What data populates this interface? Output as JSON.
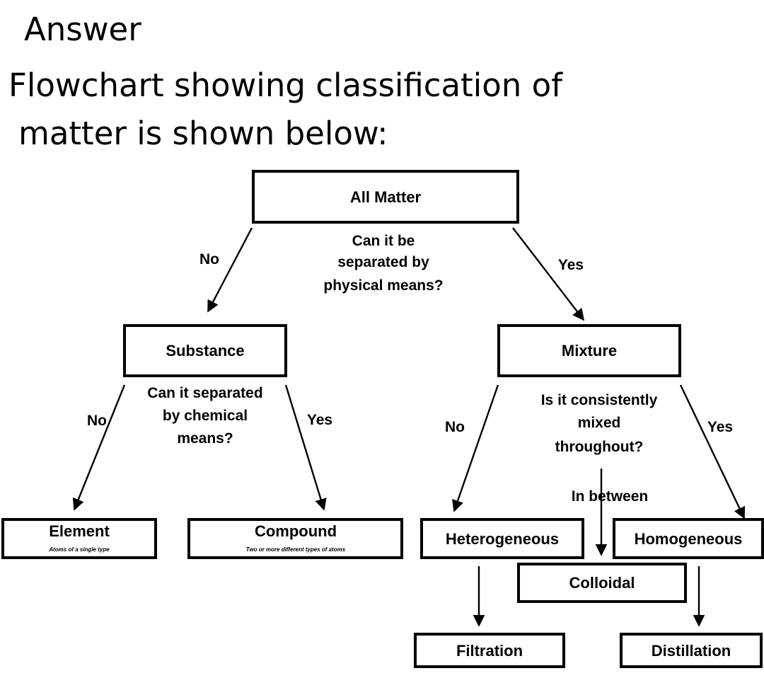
{
  "heading": {
    "answer": "Answer",
    "line1": "Flowchart showing classification of",
    "line2": "matter is shown below:"
  },
  "nodes": {
    "all_matter": "All Matter",
    "substance": "Substance",
    "mixture": "Mixture",
    "element": "Element",
    "element_sub": "Atoms of a single type",
    "compound": "Compound",
    "compound_sub": "Two or more different types of atoms",
    "heterogeneous": "Heterogeneous",
    "homogeneous": "Homogeneous",
    "colloidal": "Colloidal",
    "filtration": "Filtration",
    "distillation": "Distillation"
  },
  "questions": {
    "physical": [
      "Can it be",
      "separated by",
      "physical means?"
    ],
    "chemical": [
      "Can it separated",
      "by chemical",
      "means?"
    ],
    "mixed": [
      "Is it consistently",
      "mixed",
      "throughout?"
    ]
  },
  "edge_labels": {
    "no_matter": "No",
    "yes_matter": "Yes",
    "no_substance": "No",
    "yes_substance": "Yes",
    "no_mixture": "No",
    "yes_mixture": "Yes",
    "in_between": "In between"
  }
}
